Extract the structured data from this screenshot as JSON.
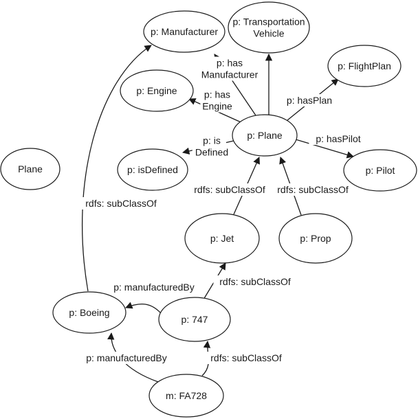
{
  "nodes": {
    "plane_standalone": {
      "label": [
        "Plane"
      ]
    },
    "manufacturer": {
      "label": [
        "p: Manufacturer"
      ]
    },
    "transportation_vehicle": {
      "label": [
        "p: Transportation",
        "Vehicle"
      ]
    },
    "engine": {
      "label": [
        "p: Engine"
      ]
    },
    "flightplan": {
      "label": [
        "p: FlightPlan"
      ]
    },
    "plane": {
      "label": [
        "p: Plane"
      ]
    },
    "isdefined": {
      "label": [
        "p: isDefined"
      ]
    },
    "pilot": {
      "label": [
        "p: Pilot"
      ]
    },
    "jet": {
      "label": [
        "p: Jet"
      ]
    },
    "prop": {
      "label": [
        "p: Prop"
      ]
    },
    "boeing": {
      "label": [
        "p: Boeing"
      ]
    },
    "b747": {
      "label": [
        "p: 747"
      ]
    },
    "fa728": {
      "label": [
        "m: FA728"
      ]
    }
  },
  "edges": {
    "plane_has_manufacturer": {
      "label": [
        "p: has",
        "Manufacturer"
      ]
    },
    "plane_subclass_vehicle": {
      "label": []
    },
    "plane_has_plan": {
      "label": [
        "p: hasPlan"
      ]
    },
    "plane_has_engine": {
      "label": [
        "p: has",
        "Engine"
      ]
    },
    "plane_has_pilot": {
      "label": [
        "p: hasPilot"
      ]
    },
    "plane_is_defined": {
      "label": [
        "p: is",
        "Defined"
      ]
    },
    "jet_subclass_plane": {
      "label": [
        "rdfs: subClassOf"
      ]
    },
    "prop_subclass_plane": {
      "label": [
        "rdfs: subClassOf"
      ]
    },
    "b747_subclass_jet": {
      "label": [
        "rdfs: subClassOf"
      ]
    },
    "b747_manufactured_by_boeing": {
      "label": [
        "p: manufacturedBy"
      ]
    },
    "boeing_subclass_manufacturer": {
      "label": [
        "rdfs: subClassOf"
      ]
    },
    "fa728_manufactured_by_boeing": {
      "label": [
        "p: manufacturedBy"
      ]
    },
    "fa728_subclass_747": {
      "label": [
        "rdfs: subClassOf"
      ]
    }
  }
}
